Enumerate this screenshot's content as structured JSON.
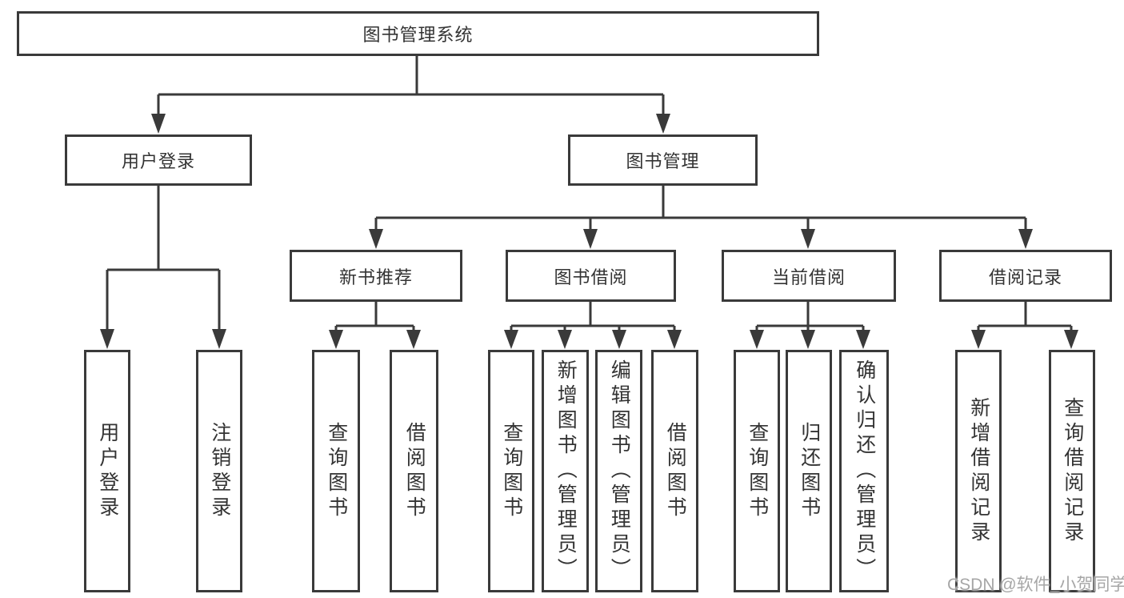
{
  "tree": {
    "root": {
      "label": "图书管理系统",
      "children": [
        {
          "label": "用户登录",
          "children": [
            {
              "label": "用户登录"
            },
            {
              "label": "注销登录"
            }
          ]
        },
        {
          "label": "图书管理",
          "children": [
            {
              "label": "新书推荐",
              "children": [
                {
                  "label": "查询图书"
                },
                {
                  "label": "借阅图书"
                }
              ]
            },
            {
              "label": "图书借阅",
              "children": [
                {
                  "label": "查询图书"
                },
                {
                  "label": "新增图书（管理员）"
                },
                {
                  "label": "编辑图书（管理员）"
                },
                {
                  "label": "借阅图书"
                }
              ]
            },
            {
              "label": "当前借阅",
              "children": [
                {
                  "label": "查询图书"
                },
                {
                  "label": "归还图书"
                },
                {
                  "label": "确认归还（管理员）"
                }
              ]
            },
            {
              "label": "借阅记录",
              "children": [
                {
                  "label": "新增借阅记录"
                },
                {
                  "label": "查询借阅记录"
                }
              ]
            }
          ]
        }
      ]
    }
  },
  "watermark": {
    "text": "CSDN @软件_小贺同学"
  },
  "colors": {
    "line": "#3a3a3a",
    "text": "#333333",
    "watermark": "#a6a6a6",
    "background": "#ffffff"
  }
}
